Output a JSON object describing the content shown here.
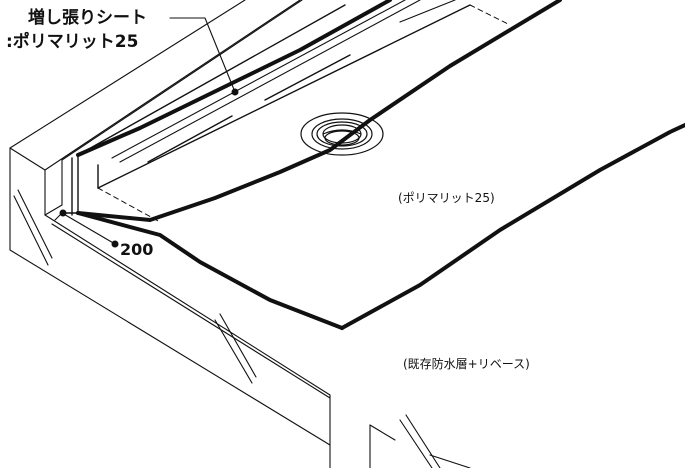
{
  "labels": {
    "overlay_sheet_title": "増し張りシート",
    "overlay_sheet_material": ":ポリマリット25",
    "dimension": "200",
    "main_sheet": "(ポリマリット25)",
    "existing_layer": "(既存防水層+リベース)"
  },
  "colors": {
    "line": "#111111",
    "background": "#ffffff"
  }
}
